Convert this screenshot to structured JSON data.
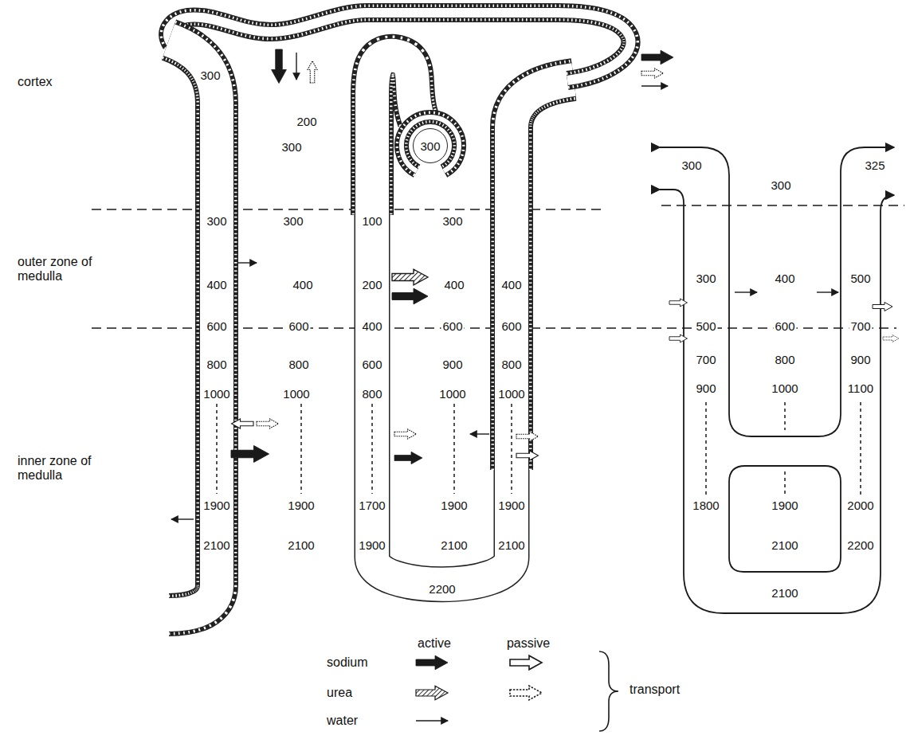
{
  "diagram": {
    "nodes": [
      {
        "text": [
          "300"
        ]
      }
    ],
    "labels": [
      "cortex",
      "outer zone of medulla",
      "inner zone of medulla",
      "300",
      "200",
      "300",
      "300",
      "300",
      "100",
      "300",
      "400",
      "400",
      "200",
      "400",
      "400",
      "600",
      "600",
      "400",
      "600",
      "600",
      "800",
      "800",
      "600",
      "900",
      "800",
      "1000",
      "1000",
      "800",
      "1000",
      "1000",
      "1900",
      "1900",
      "1700",
      "1900",
      "1900",
      "2100",
      "2100",
      "1900",
      "2100",
      "2100",
      "2200",
      "300",
      "300",
      "325",
      "300",
      "400",
      "500",
      "500",
      "600",
      "700",
      "700",
      "800",
      "900",
      "900",
      "1000",
      "1100",
      "1800",
      "1900",
      "2000",
      "2100",
      "2200",
      "2100",
      "active",
      "passive",
      "transport"
    ],
    "legend": [
      {
        "text": "sodium"
      },
      {
        "text": "urea"
      },
      {
        "text": "water"
      }
    ]
  }
}
